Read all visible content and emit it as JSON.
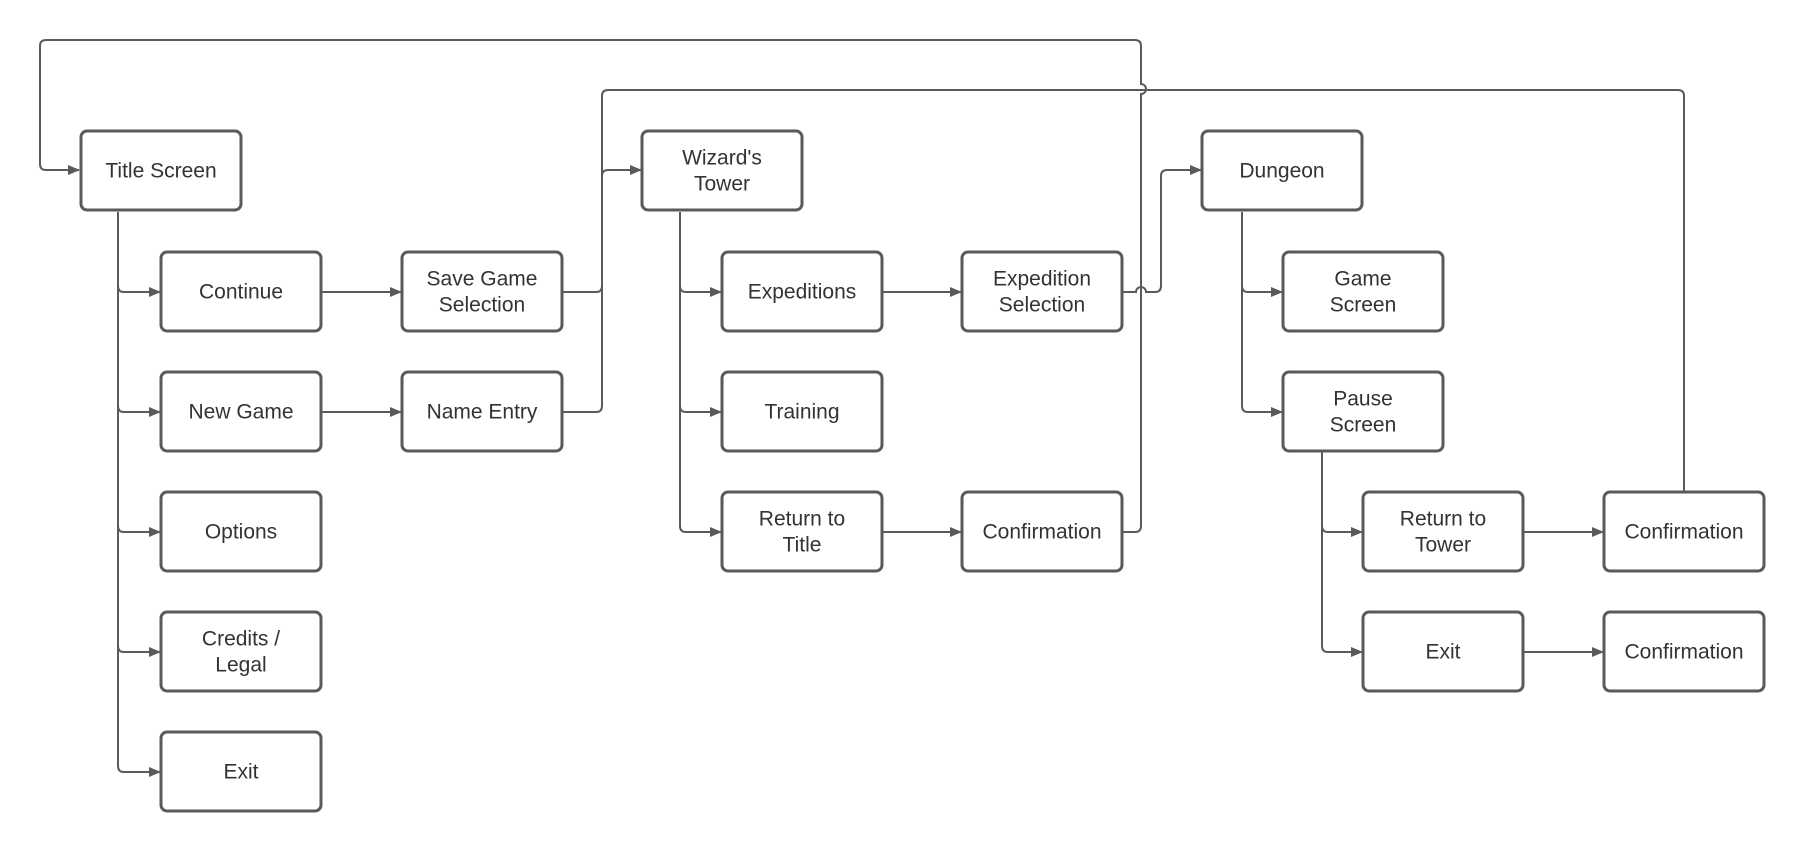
{
  "nodes": {
    "title_screen": "Title Screen",
    "continue": "Continue",
    "new_game": "New Game",
    "options": "Options",
    "credits": [
      "Credits /",
      "Legal"
    ],
    "exit_main": "Exit",
    "save_game_selection": [
      "Save Game",
      "Selection"
    ],
    "name_entry": "Name Entry",
    "wizards_tower": [
      "Wizard's",
      "Tower"
    ],
    "expeditions": "Expeditions",
    "training": "Training",
    "return_to_title": [
      "Return to",
      "Title"
    ],
    "expedition_selection": [
      "Expedition",
      "Selection"
    ],
    "confirmation_title": "Confirmation",
    "dungeon": "Dungeon",
    "game_screen": [
      "Game",
      "Screen"
    ],
    "pause_screen": [
      "Pause",
      "Screen"
    ],
    "return_to_tower": [
      "Return to",
      "Tower"
    ],
    "exit_pause": "Exit",
    "confirmation_tower": "Confirmation",
    "confirmation_exit": "Confirmation"
  },
  "colors": {
    "stroke": "#5a5a5a",
    "text": "#333333",
    "background": "#ffffff"
  }
}
